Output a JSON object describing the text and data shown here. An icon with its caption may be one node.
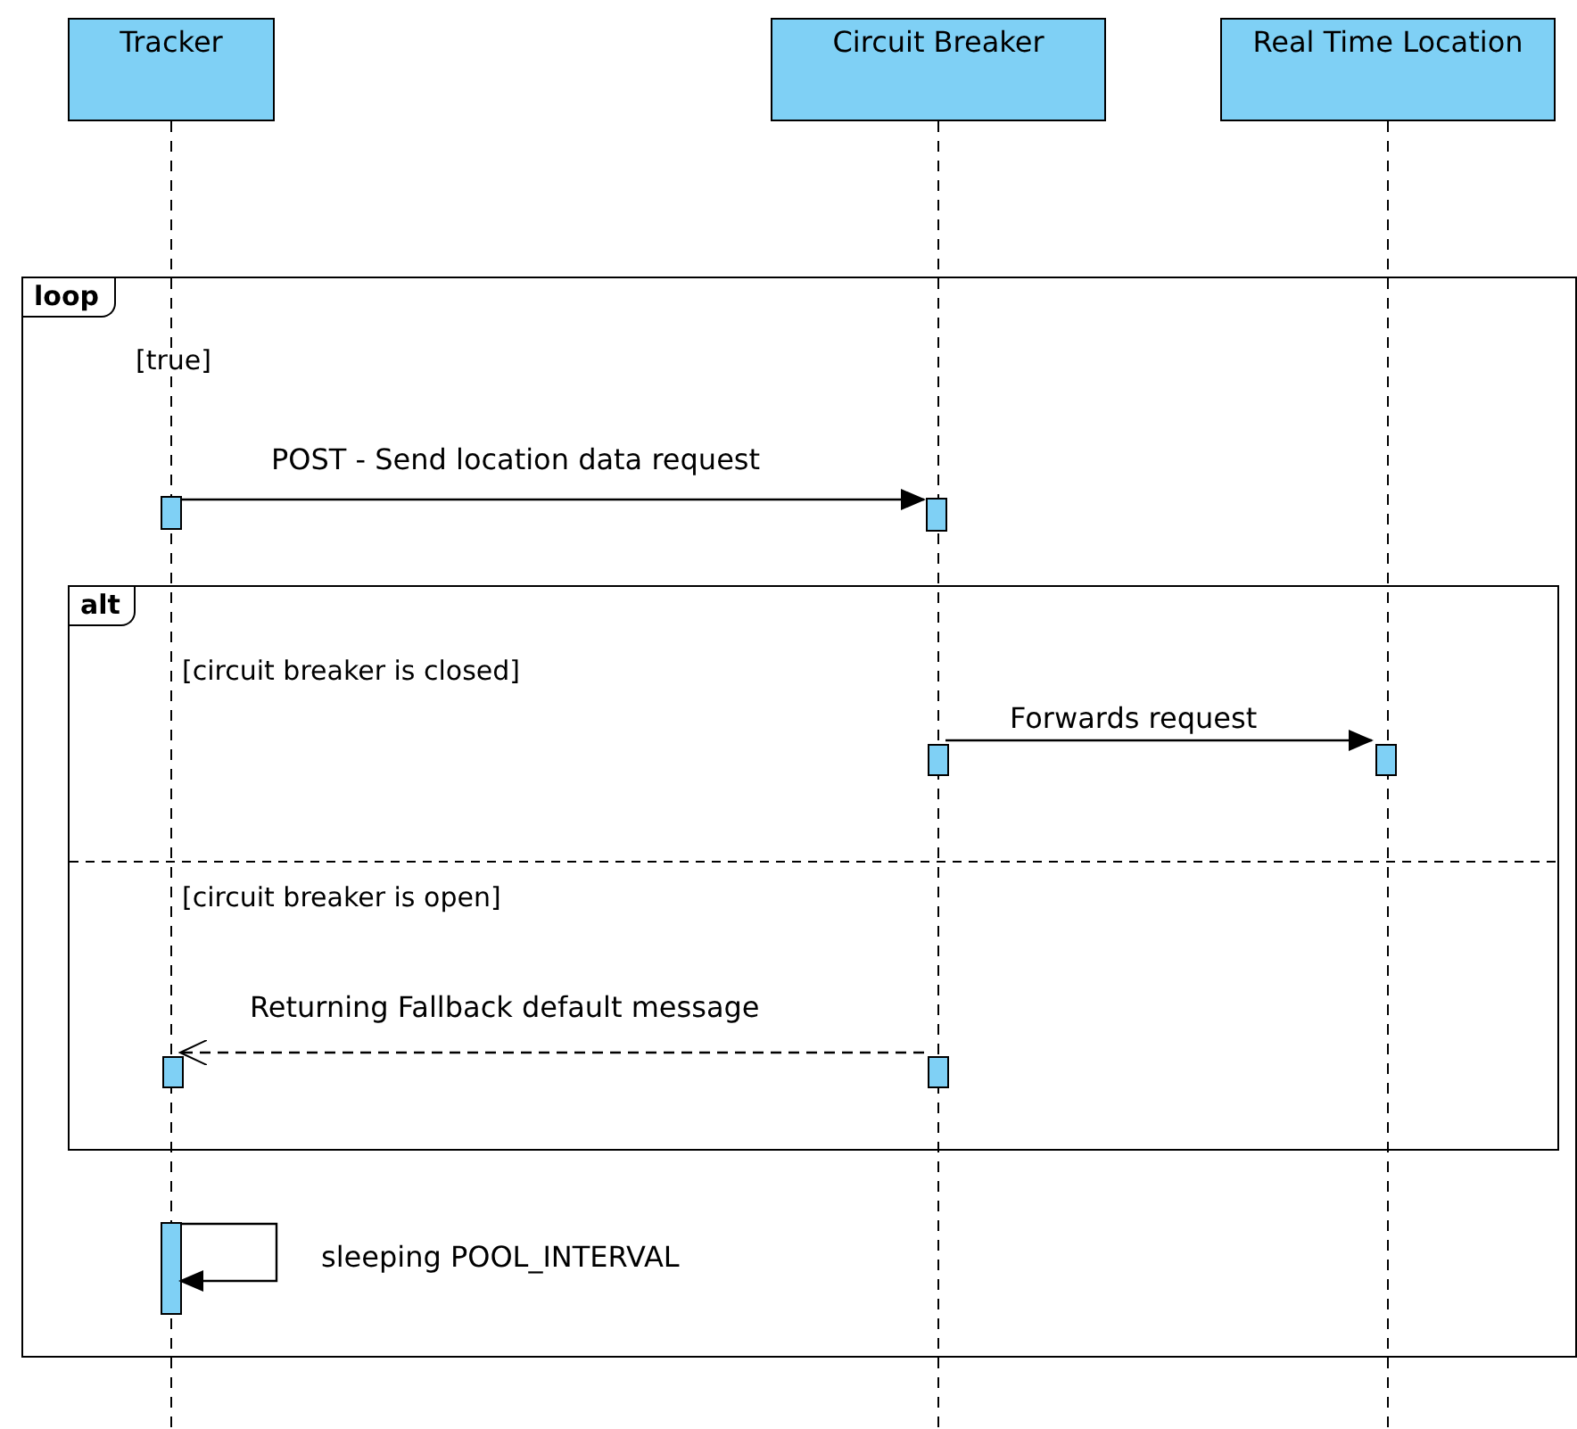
{
  "diagram": {
    "nodes": [
      {
        "text": [
          "Tracker"
        ]
      },
      {
        "text": [
          "Circuit Breaker"
        ]
      },
      {
        "text": [
          "Real Time Location"
        ]
      },
      {
        "text": [
          "loop",
          "[true]"
        ]
      },
      {
        "text": [
          "alt",
          "[circuit breaker is closed]",
          "[circuit breaker is open]"
        ],
        "in": 3
      },
      {
        "text": [],
        "shape": "bar",
        "in": 3
      },
      {
        "text": [],
        "shape": "bar",
        "in": 3
      },
      {
        "text": [],
        "shape": "bar",
        "in": 4
      },
      {
        "text": [],
        "shape": "bar",
        "in": 4
      },
      {
        "text": [],
        "shape": "bar",
        "in": 4
      },
      {
        "text": [],
        "shape": "bar",
        "in": 4
      },
      {
        "text": [],
        "shape": "bar",
        "in": 3
      }
    ],
    "edges": [
      {
        "from": 5,
        "to": 6,
        "arrow": "to",
        "label": "POST - Send location data request"
      },
      {
        "from": 7,
        "to": 8,
        "arrow": "to",
        "label": "Forwards request"
      },
      {
        "from": 10,
        "to": 9,
        "arrow": "to",
        "style": "dashed",
        "label": "Returning Fallback default message"
      },
      {
        "from": 11,
        "to": 11,
        "arrow": "to",
        "label": "sleeping POOL_INTERVAL"
      }
    ]
  }
}
